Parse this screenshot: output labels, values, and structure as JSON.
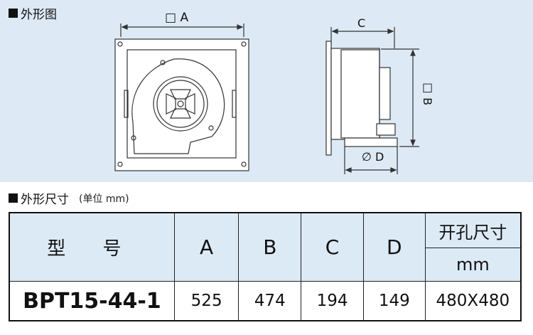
{
  "outline_section": {
    "title": "外形图"
  },
  "dimension_section": {
    "title": "外形尺寸",
    "unit_note": "(单位 mm)"
  },
  "drawing_labels": {
    "front_a": "□ A",
    "side_c": "C",
    "side_b": "□ B",
    "side_d": "∅ D"
  },
  "table": {
    "headers": {
      "model": "型 号",
      "a": "A",
      "b": "B",
      "c": "C",
      "d": "D",
      "opening": "开孔尺寸",
      "opening_unit": "mm"
    },
    "row": {
      "model": "BPT15-44-1",
      "a": "525",
      "b": "474",
      "c": "194",
      "d": "149",
      "opening": "480X480"
    }
  }
}
